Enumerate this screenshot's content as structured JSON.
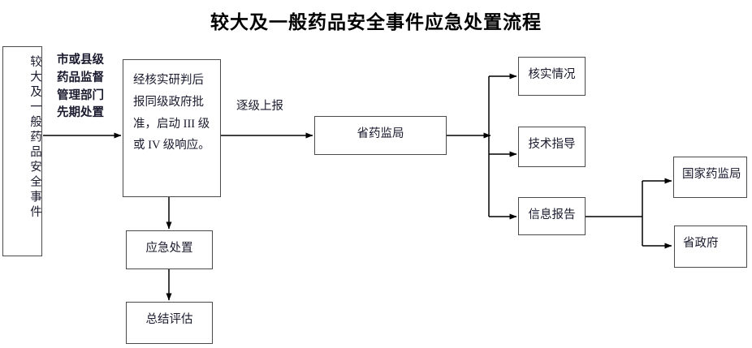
{
  "title": "较大及一般药品安全事件应急处置流程",
  "nodes": {
    "incident": "较大及一般药品安全事件",
    "review": "经核实研判后报同级政府批准，启动 III 级或 IV 级响应。",
    "emergency_disposal": "应急处置",
    "summary_evaluation": "总结评估",
    "provincial_mpa": "省药监局",
    "verify_situation": "核实情况",
    "technical_guidance": "技术指导",
    "information_report": "信息报告",
    "national_mpa": "国家药监局",
    "provincial_government": "省政府"
  },
  "edge_labels": {
    "initial_disposal": "市或县级\n药品监督\n管理部门\n先期处置",
    "report_upward": "逐级上报"
  },
  "colors": {
    "border": "#4a4a4a",
    "text": "#1a1a2e",
    "title": "#000000",
    "arrow": "#000000",
    "background": "#ffffff"
  }
}
